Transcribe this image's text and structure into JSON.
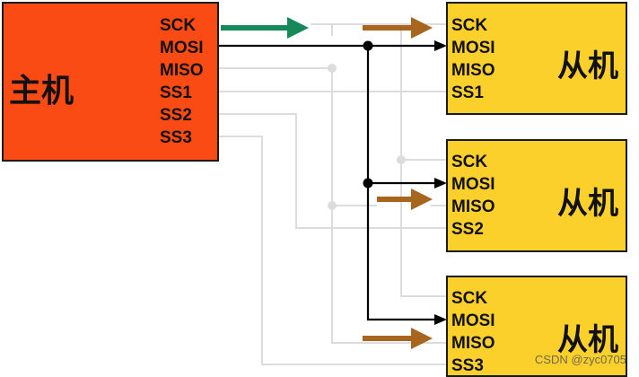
{
  "master": {
    "label": "主机",
    "pins": [
      "SCK",
      "MOSI",
      "MISO",
      "SS1",
      "SS2",
      "SS3"
    ]
  },
  "slaves": [
    {
      "label": "从机",
      "pins": [
        "SCK",
        "MOSI",
        "MISO",
        "SS1"
      ]
    },
    {
      "label": "从机",
      "pins": [
        "SCK",
        "MOSI",
        "MISO",
        "SS2"
      ]
    },
    {
      "label": "从机",
      "pins": [
        "SCK",
        "MOSI",
        "MISO",
        "SS3"
      ]
    }
  ],
  "colors": {
    "master_fill": "#fb4b14",
    "slave_fill": "#fcd02b",
    "sck_arrow": "#16885a",
    "miso_arrow": "#a8651e",
    "mosi_bus": "#000000",
    "inactive_line": "#d9d9d9"
  },
  "watermark": "CSDN @zyc0705"
}
